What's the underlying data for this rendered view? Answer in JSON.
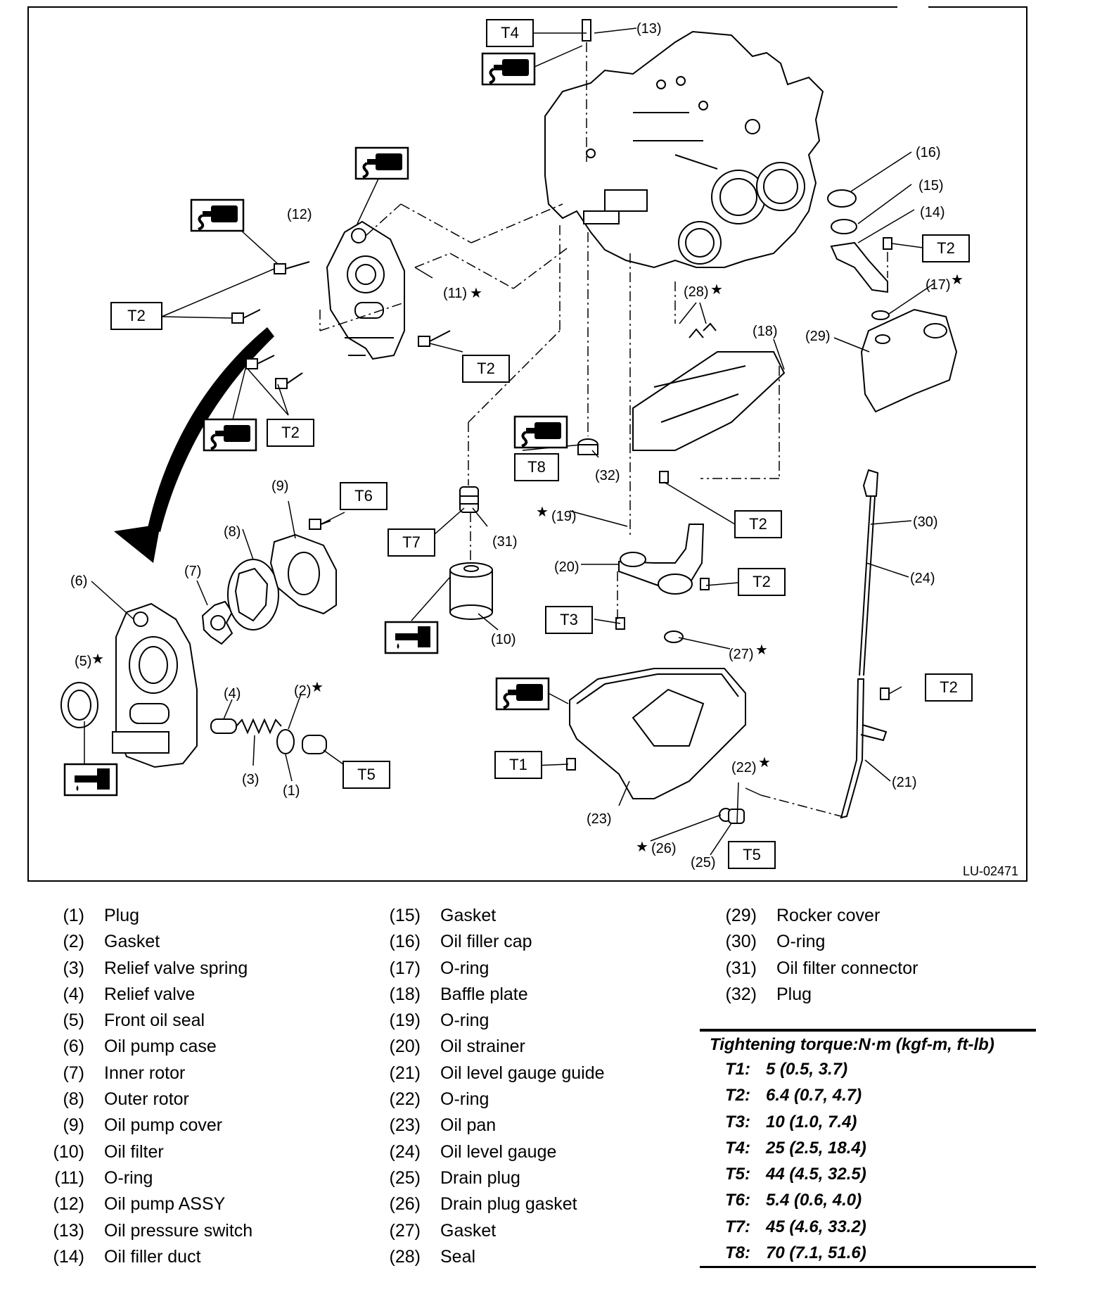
{
  "diagram": {
    "code": "LU-02471",
    "torque_tags": {
      "t1": "T1",
      "t2": "T2",
      "t3": "T3",
      "t4": "T4",
      "t5": "T5",
      "t6": "T6",
      "t7": "T7",
      "t8": "T8"
    },
    "callouts": {
      "c1": "(1)",
      "c2": "(2)",
      "c3": "(3)",
      "c4": "(4)",
      "c5": "(5)",
      "c6": "(6)",
      "c7": "(7)",
      "c8": "(8)",
      "c9": "(9)",
      "c10": "(10)",
      "c11": "(11)",
      "c12": "(12)",
      "c13": "(13)",
      "c14": "(14)",
      "c15": "(15)",
      "c16": "(16)",
      "c17": "(17)",
      "c18": "(18)",
      "c19": "(19)",
      "c20": "(20)",
      "c21": "(21)",
      "c22": "(22)",
      "c23": "(23)",
      "c24": "(24)",
      "c25": "(25)",
      "c26": "(26)",
      "c27": "(27)",
      "c28": "(28)",
      "c29": "(29)",
      "c30": "(30)",
      "c31": "(31)",
      "c32": "(32)"
    },
    "star": "★"
  },
  "legend": {
    "col1": [
      {
        "num": "(1)",
        "name": "Plug"
      },
      {
        "num": "(2)",
        "name": "Gasket"
      },
      {
        "num": "(3)",
        "name": "Relief valve spring"
      },
      {
        "num": "(4)",
        "name": "Relief valve"
      },
      {
        "num": "(5)",
        "name": "Front oil seal"
      },
      {
        "num": "(6)",
        "name": "Oil pump case"
      },
      {
        "num": "(7)",
        "name": "Inner rotor"
      },
      {
        "num": "(8)",
        "name": "Outer rotor"
      },
      {
        "num": "(9)",
        "name": "Oil pump cover"
      },
      {
        "num": "(10)",
        "name": "Oil filter"
      },
      {
        "num": "(11)",
        "name": "O-ring"
      },
      {
        "num": "(12)",
        "name": "Oil pump ASSY"
      },
      {
        "num": "(13)",
        "name": "Oil pressure switch"
      },
      {
        "num": "(14)",
        "name": "Oil filler duct"
      }
    ],
    "col2": [
      {
        "num": "(15)",
        "name": "Gasket"
      },
      {
        "num": "(16)",
        "name": "Oil filler cap"
      },
      {
        "num": "(17)",
        "name": "O-ring"
      },
      {
        "num": "(18)",
        "name": "Baffle plate"
      },
      {
        "num": "(19)",
        "name": "O-ring"
      },
      {
        "num": "(20)",
        "name": "Oil strainer"
      },
      {
        "num": "(21)",
        "name": "Oil level gauge guide"
      },
      {
        "num": "(22)",
        "name": "O-ring"
      },
      {
        "num": "(23)",
        "name": "Oil pan"
      },
      {
        "num": "(24)",
        "name": "Oil level gauge"
      },
      {
        "num": "(25)",
        "name": "Drain plug"
      },
      {
        "num": "(26)",
        "name": "Drain plug gasket"
      },
      {
        "num": "(27)",
        "name": "Gasket"
      },
      {
        "num": "(28)",
        "name": "Seal"
      }
    ],
    "col3": [
      {
        "num": "(29)",
        "name": "Rocker cover"
      },
      {
        "num": "(30)",
        "name": "O-ring"
      },
      {
        "num": "(31)",
        "name": "Oil filter connector"
      },
      {
        "num": "(32)",
        "name": "Plug"
      }
    ]
  },
  "torque": {
    "title": "Tightening torque:N·m (kgf-m, ft-lb)",
    "rows": [
      {
        "key": "T1:",
        "value": "5 (0.5, 3.7)"
      },
      {
        "key": "T2:",
        "value": "6.4 (0.7, 4.7)"
      },
      {
        "key": "T3:",
        "value": "10 (1.0, 7.4)"
      },
      {
        "key": "T4:",
        "value": "25 (2.5, 18.4)"
      },
      {
        "key": "T5:",
        "value": "44 (4.5, 32.5)"
      },
      {
        "key": "T6:",
        "value": "5.4 (0.6, 4.0)"
      },
      {
        "key": "T7:",
        "value": "45 (4.6, 33.2)"
      },
      {
        "key": "T8:",
        "value": "70 (7.1, 51.6)"
      }
    ]
  }
}
